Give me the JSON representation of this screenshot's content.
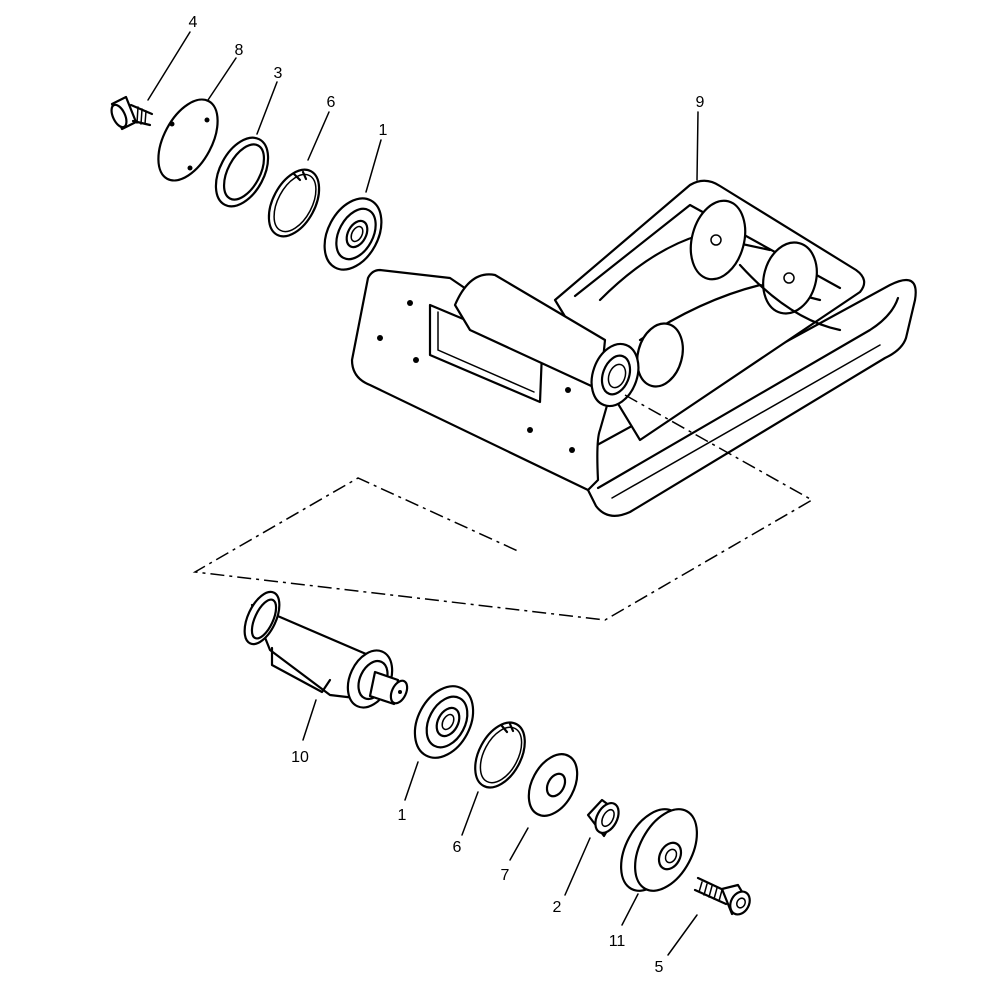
{
  "callouts": {
    "c4": "4",
    "c8": "8",
    "c3": "3",
    "c6a": "6",
    "c1a": "1",
    "c9": "9",
    "c10": "10",
    "c1b": "1",
    "c6b": "6",
    "c7": "7",
    "c2": "2",
    "c11": "11",
    "c5": "5"
  }
}
